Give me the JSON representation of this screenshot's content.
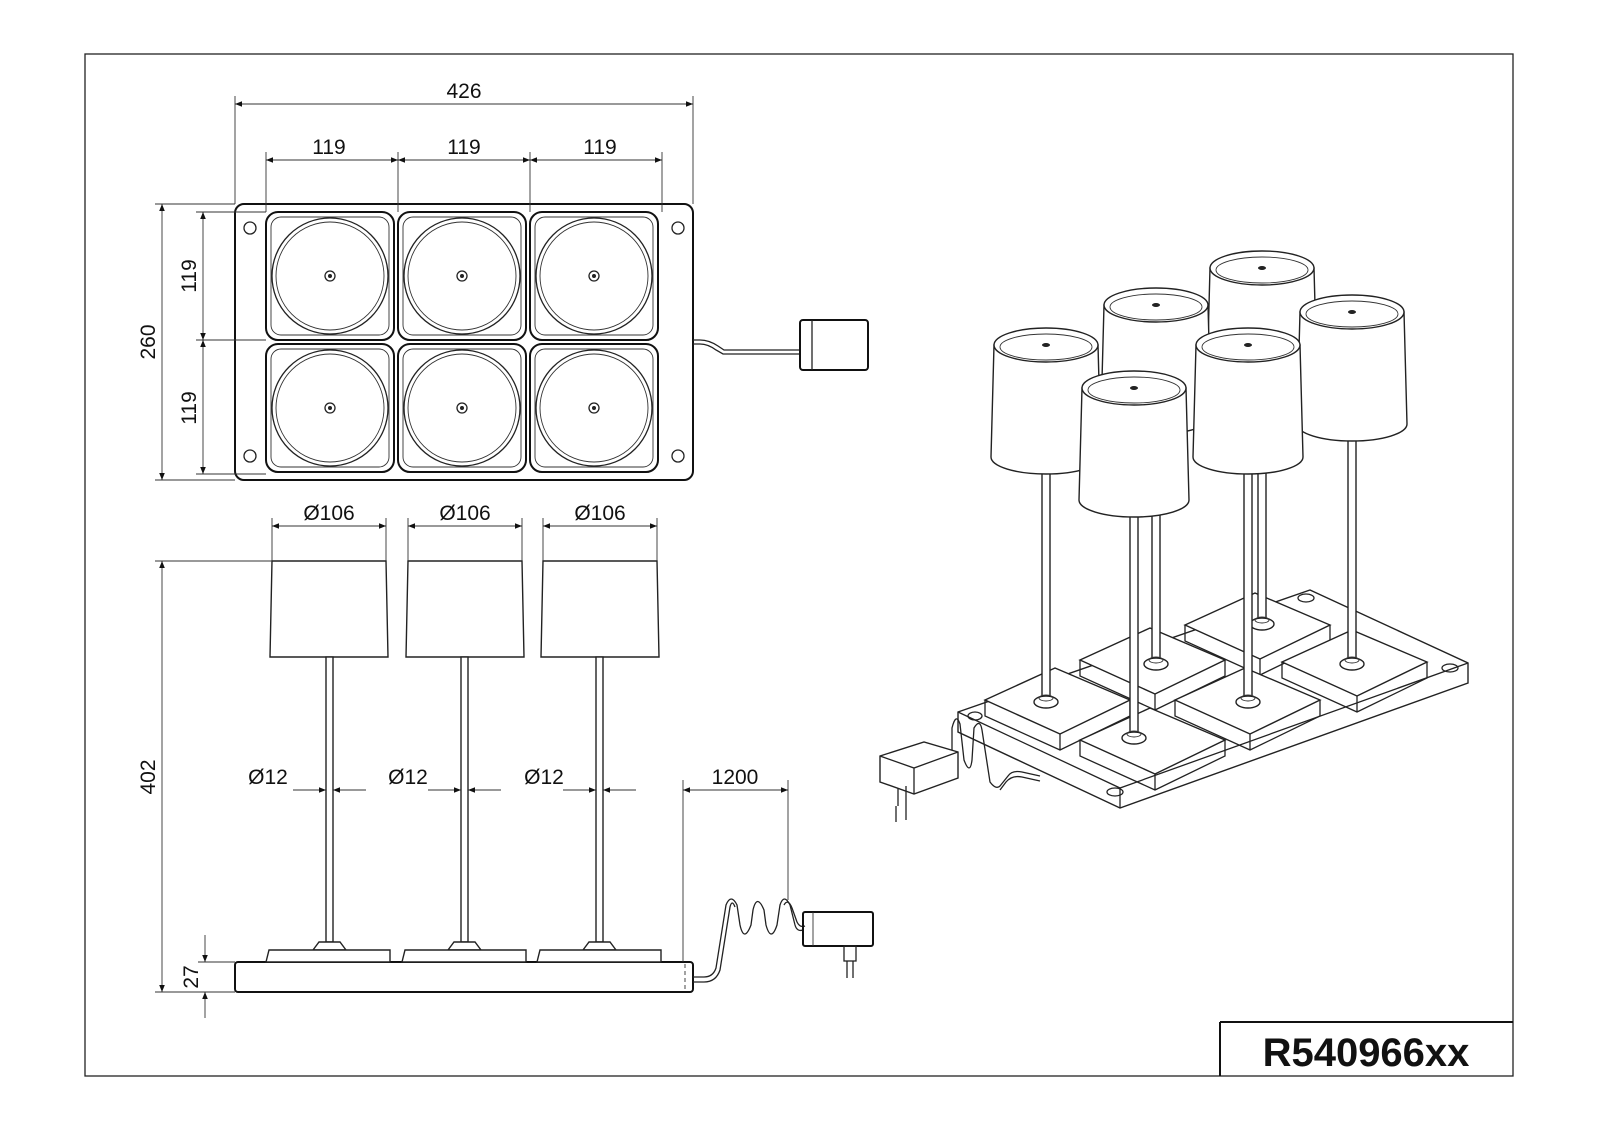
{
  "dimensions": {
    "top_total_width": "426",
    "top_cell_width": [
      "119",
      "119",
      "119"
    ],
    "top_total_height": "260",
    "top_cell_height": [
      "119",
      "119"
    ],
    "shade_diameter": [
      "Ø106",
      "Ø106",
      "Ø106"
    ],
    "stem_diameter": [
      "Ø12",
      "Ø12",
      "Ø12"
    ],
    "cable_length": "1200",
    "total_height": "402",
    "base_height": "27"
  },
  "product_code": "R540966xx",
  "icons": {
    "plug": "power-adapter-icon"
  }
}
